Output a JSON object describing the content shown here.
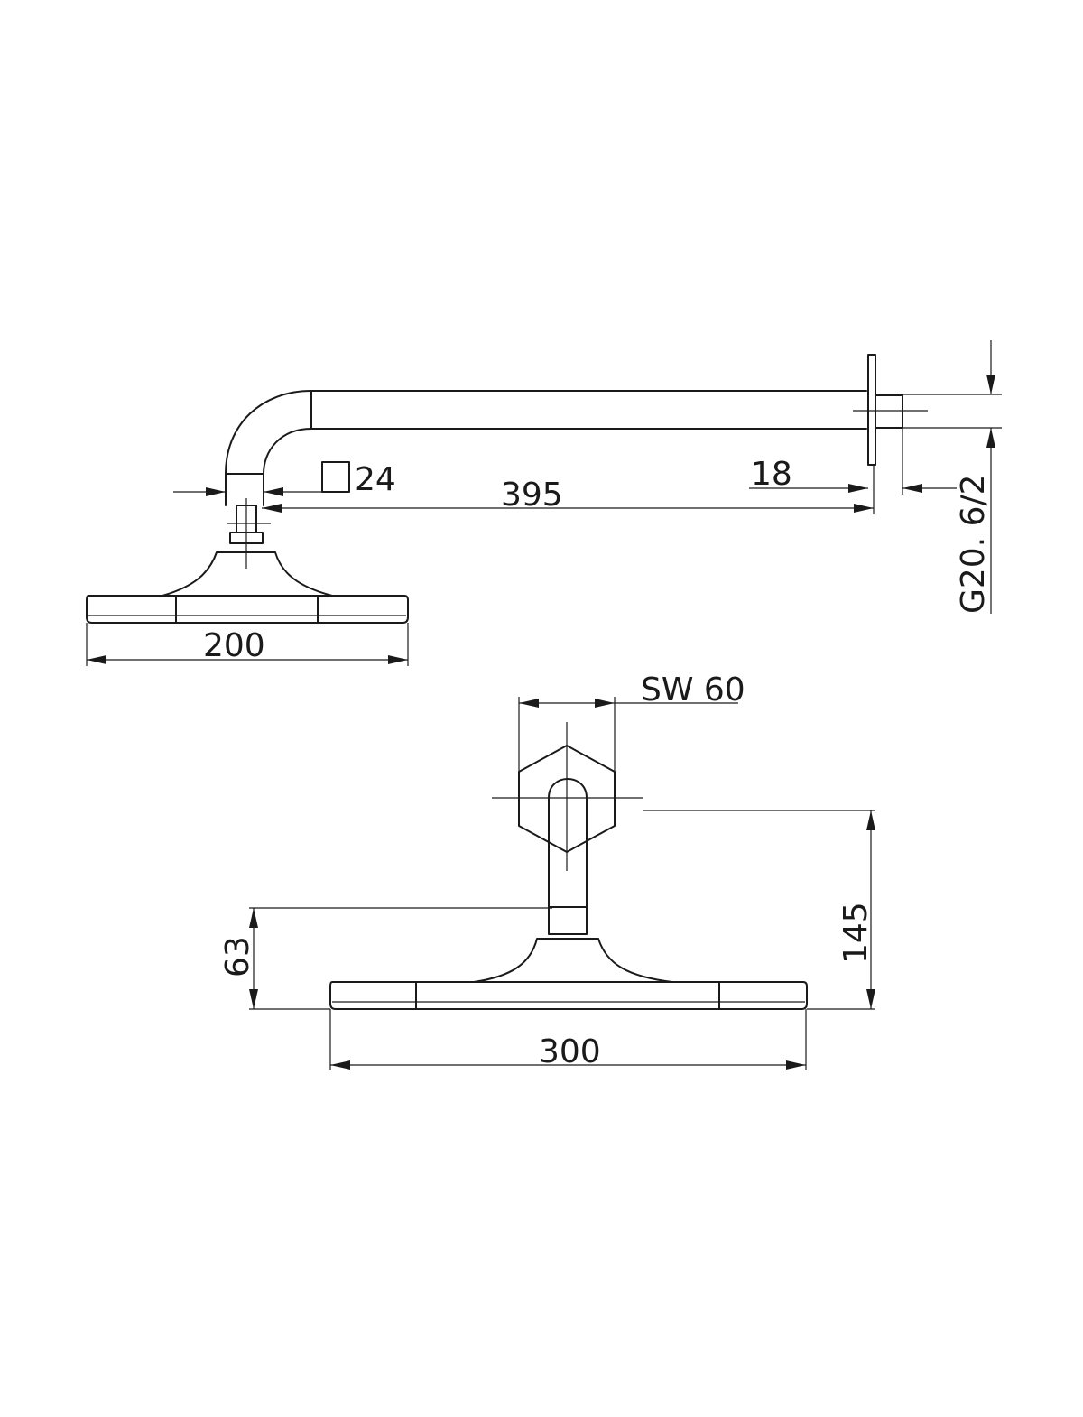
{
  "side_view": {
    "dim_arm_length": "395",
    "dim_flange_depth": "18",
    "dim_square_section": "24",
    "dim_head_width": "200",
    "dim_thread": "G20. 6/2"
  },
  "front_view": {
    "dim_hex_size": "SW 60",
    "dim_head_width": "300",
    "dim_head_height": "63",
    "dim_total_height": "145"
  }
}
